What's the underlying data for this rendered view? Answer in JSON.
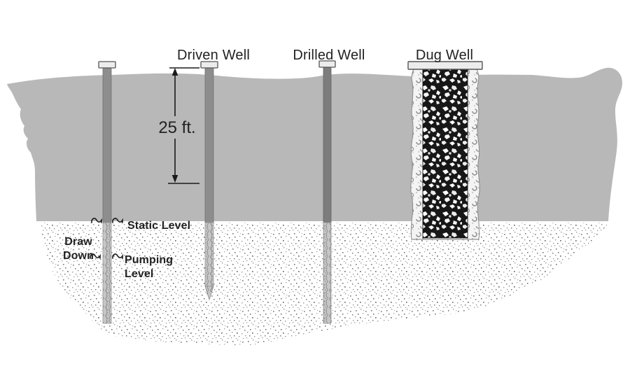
{
  "diagram": {
    "wells": {
      "driven_label": "Driven Well",
      "drilled_label": "Drilled Well",
      "dug_label": "Dug Well"
    },
    "depth_label": "25 ft.",
    "levels": {
      "static_label": "Static Level",
      "draw_down_line1": "Draw",
      "draw_down_line2": "Down",
      "pumping_line1": "Pumping",
      "pumping_line2": "Level"
    },
    "colors": {
      "soil": "#b8b8b8",
      "pipe": "#8d8d8d",
      "pipe_drilled": "#7d7d7d",
      "cap": "#ececec",
      "screen_base": "#c6c6c6",
      "rubble_dark": "#171717",
      "stone_lining": "#f4f4f4",
      "line": "#1a1a1a",
      "text": "#222222",
      "background": "#ffffff"
    }
  }
}
